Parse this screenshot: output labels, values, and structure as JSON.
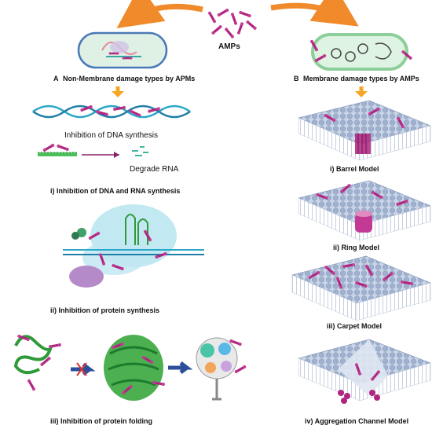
{
  "header": {
    "amps_label": "AMPs"
  },
  "panel_a": {
    "letter": "A",
    "title": "Non-Membrane damage types by APMs",
    "dna_caption": "Inhibition of DNA synthesis",
    "rna_caption": "Degrade RNA",
    "item_i": "i)  Inhibition of DNA and RNA synthesis",
    "item_ii": "ii)  Inhibition of protein synthesis",
    "item_iii": "iii)  Inhibition of protein folding"
  },
  "panel_b": {
    "letter": "B",
    "title": "Membrane damage types by AMPs",
    "item_i": "i) Barrel Model",
    "item_ii": "ii) Ring Model",
    "item_iii": "iii) Carpet Model",
    "item_iv": "iv) Aggregation Channel Model"
  },
  "colors": {
    "peptide": "#b0257f",
    "arrow_orange": "#f08a2a",
    "arrow_yellow": "#f5a623",
    "dna_blue": "#2aa7c9",
    "membrane_top": "#8fa4c2",
    "cell_green": "#8ccf9a",
    "protein_green": "#2f9a3a",
    "nav_blue": "#2b4f9a"
  },
  "icons": [
    "peptide-icon",
    "bacterium-icon",
    "membrane-icon",
    "ribosome-icon",
    "protein-icon"
  ]
}
